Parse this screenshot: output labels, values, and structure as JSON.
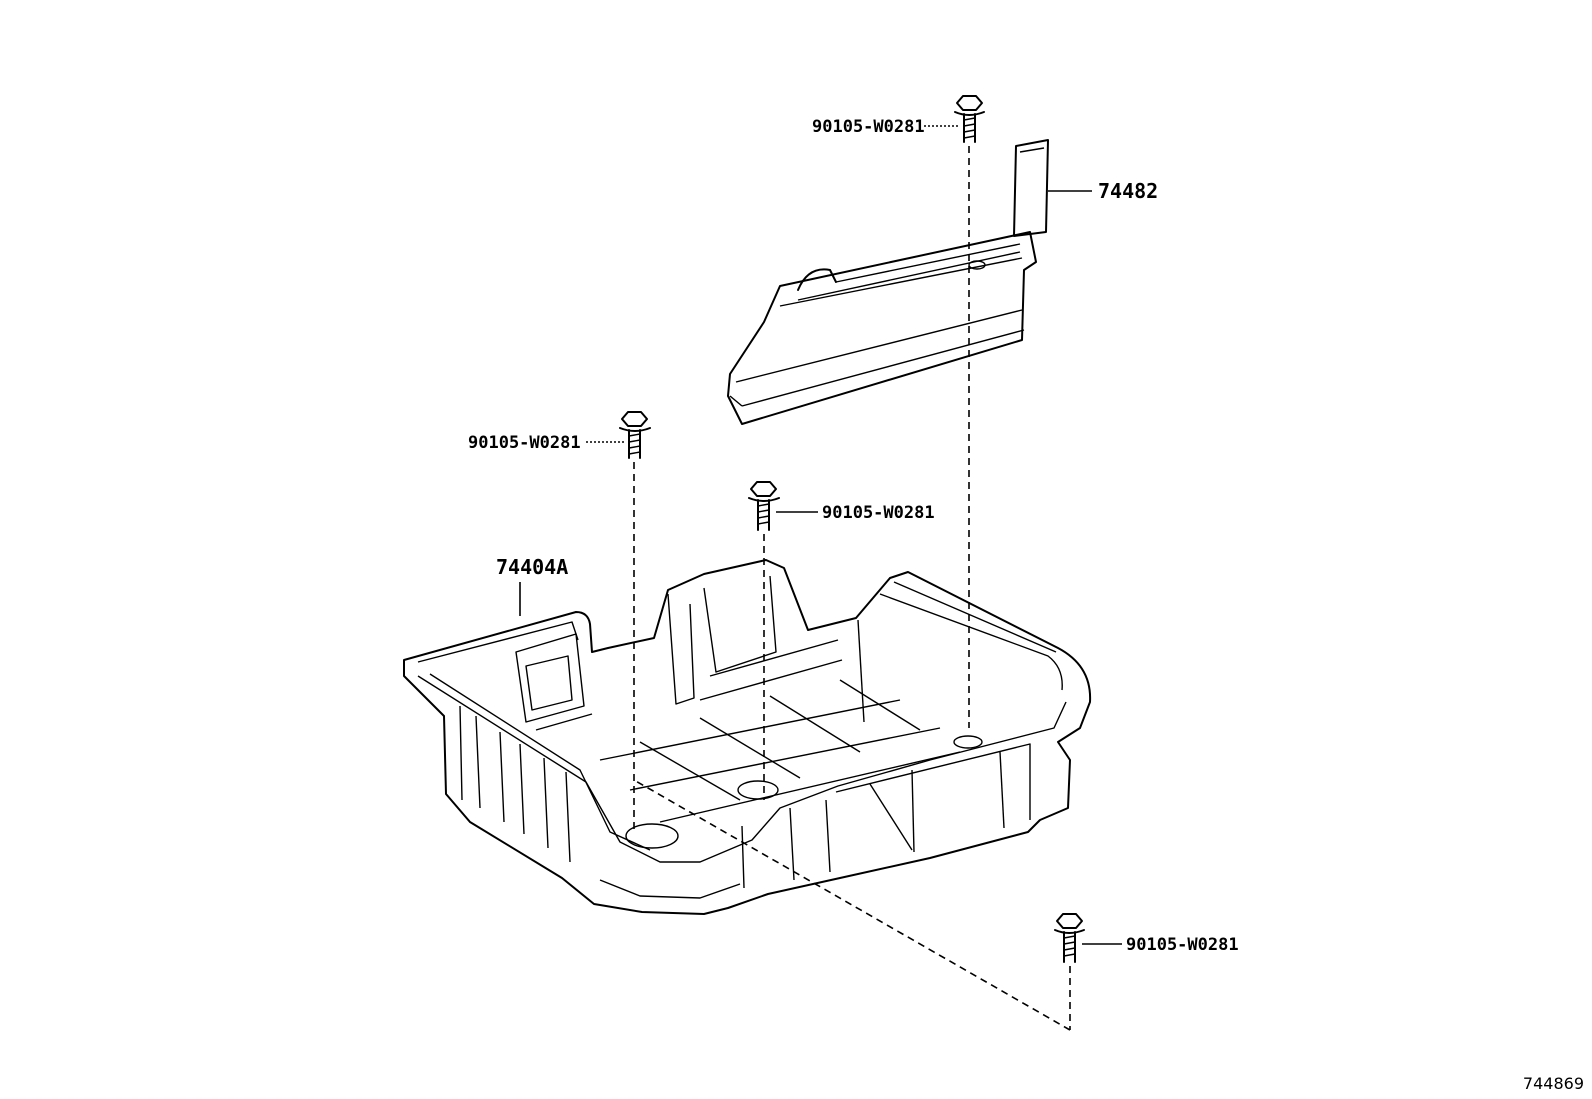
{
  "labels": {
    "bolt_top_right": "90105-W0281",
    "bracket": "74482",
    "bolt_left": "90105-W0281",
    "bolt_middle": "90105-W0281",
    "tray": "74404A",
    "bolt_bottom_right": "90105-W0281"
  },
  "figure_id": "744869"
}
